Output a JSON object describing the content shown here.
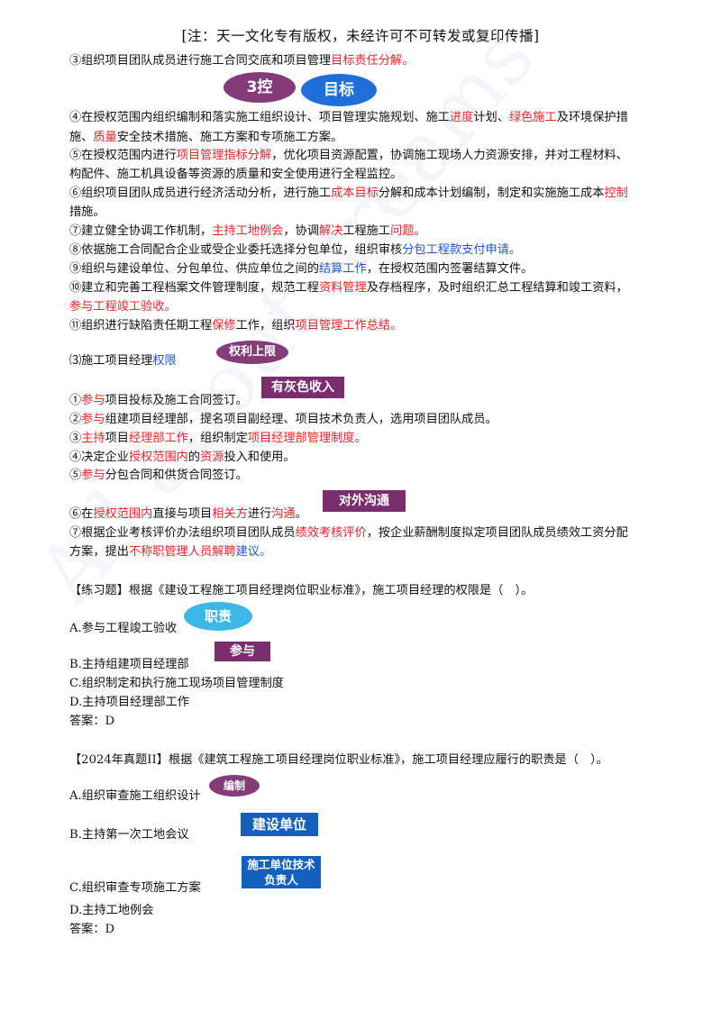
{
  "header": "[注：天一文化专有版权，未经许可不可转发或复印传播]",
  "watermark": "All about dreams",
  "lines": {
    "l3a": "③组织项目团队成员进行施工合同交底和项目管理",
    "l3b": "目标责任分解。",
    "l4a": "④在授权范围内组织编制和落实施工组织设计、项目管理实施规划、施工",
    "l4b": "进度",
    "l4c": "计划、",
    "l4d": "绿色施工",
    "l4e": "及环境保护措",
    "l4f": "施、",
    "l4g": "质量",
    "l4h": "安全技术措施、施工方案和专项施工方案。",
    "l5a": "⑤在授权范围内进行",
    "l5b": "项目管理指标分解",
    "l5c": "，优化项目资源配置，协调施工现场人力资源安排，并对工程材料、",
    "l5d": "构配件、施工机具设备等资源的质量和安全使用进行全程监控。",
    "l6a": "⑥组织项目团队成员进行经济活动分析，进行施工",
    "l6b": "成本目标",
    "l6c": "分解和成本计划编制，制定和实施施工成本",
    "l6d": "控制",
    "l6e": "措施。",
    "l7a": "⑦建立健全协调工作机制，",
    "l7b": "主持工地例会",
    "l7c": "，协调",
    "l7d": "解决",
    "l7e": "工程施工",
    "l7f": "问题。",
    "l8a": "⑧依据施工合同配合企业或受企业委托选择分包单位，组织审核",
    "l8b": "分包工程款支付申请。",
    "l9a": "⑨组织与建设单位、分包单位、供应单位之间的",
    "l9b": "结算工作",
    "l9c": "，在授权范围内签署结算文件。",
    "l10a": "⑩建立和完善工程档案文件管理制度，规范工程",
    "l10b": "资料管理",
    "l10c": "及存档程序，及时组织汇总工程结算和竣工资料，",
    "l10d": "参与工程竣工验收。",
    "l11a": "⑪组织进行缺陷责任期工程",
    "l11b": "保修",
    "l11c": "工作，组织",
    "l11d": "项目管理工作总结。",
    "p3a": "⑶施工项目经理",
    "p3b": "权限",
    "q1a": "①",
    "q1b": "参与",
    "q1c": "项目投标及施工合同签订。",
    "q2a": "②",
    "q2b": "参与",
    "q2c": "组建项目经理部，提名项目副经理、项目技术负责人，选用项目团队成员。",
    "q3a": "③",
    "q3b": "主持",
    "q3c": "项目",
    "q3d": "经理部工作",
    "q3e": "，组织制定",
    "q3f": "项目经理部管理制度。",
    "q4a": "④决定企业",
    "q4b": "授权范围内",
    "q4c": "的",
    "q4d": "资源",
    "q4e": "投入和使用。",
    "q5a": "⑤",
    "q5b": "参与",
    "q5c": "分包合同和供货合同签订。",
    "q6a": "⑥在",
    "q6b": "授权范围内",
    "q6c": "直接与项目",
    "q6d": "相关方",
    "q6e": "进行",
    "q6f": "沟通",
    "q6g": "。",
    "q7a": "⑦根据企业考核评价办法组织项目团队成员",
    "q7b": "绩效考核评价",
    "q7c": "，按企业薪酬制度拟定项目团队成员绩效工资分配",
    "q7d": "方案，提出",
    "q7e": "不称职管理人员解聘",
    "q7f": "建议。"
  },
  "exercise1": {
    "question": "【练习题】根据《建设工程施工项目经理岗位职业标准》，施工项目经理的权限是（　）。",
    "options": [
      "A.参与工程竣工验收",
      "B.主持组建项目经理部",
      "C.组织制定和执行施工现场项目管理制度",
      "D.主持项目经理部工作"
    ],
    "answer": "答案：D"
  },
  "exercise2": {
    "question": "【2024年真题II】根据《建筑工程施工项目经理岗位职业标准》，施工项目经理应履行的职责是（　）。",
    "options": [
      "A.组织审查施工组织设计",
      "B.主持第一次工地会议",
      "C.组织审查专项施工方案",
      "D.主持工地例会"
    ],
    "answer": "答案：D"
  },
  "annotations": {
    "k3": "3控",
    "target": "目标",
    "rights": "权利上限",
    "grey": "有灰色收入",
    "comm": "对外沟通",
    "duty": "职责",
    "join": "参与",
    "prep": "编制",
    "builder": "建设单位",
    "tech1": "施工单位技术",
    "tech2": "负责人"
  }
}
